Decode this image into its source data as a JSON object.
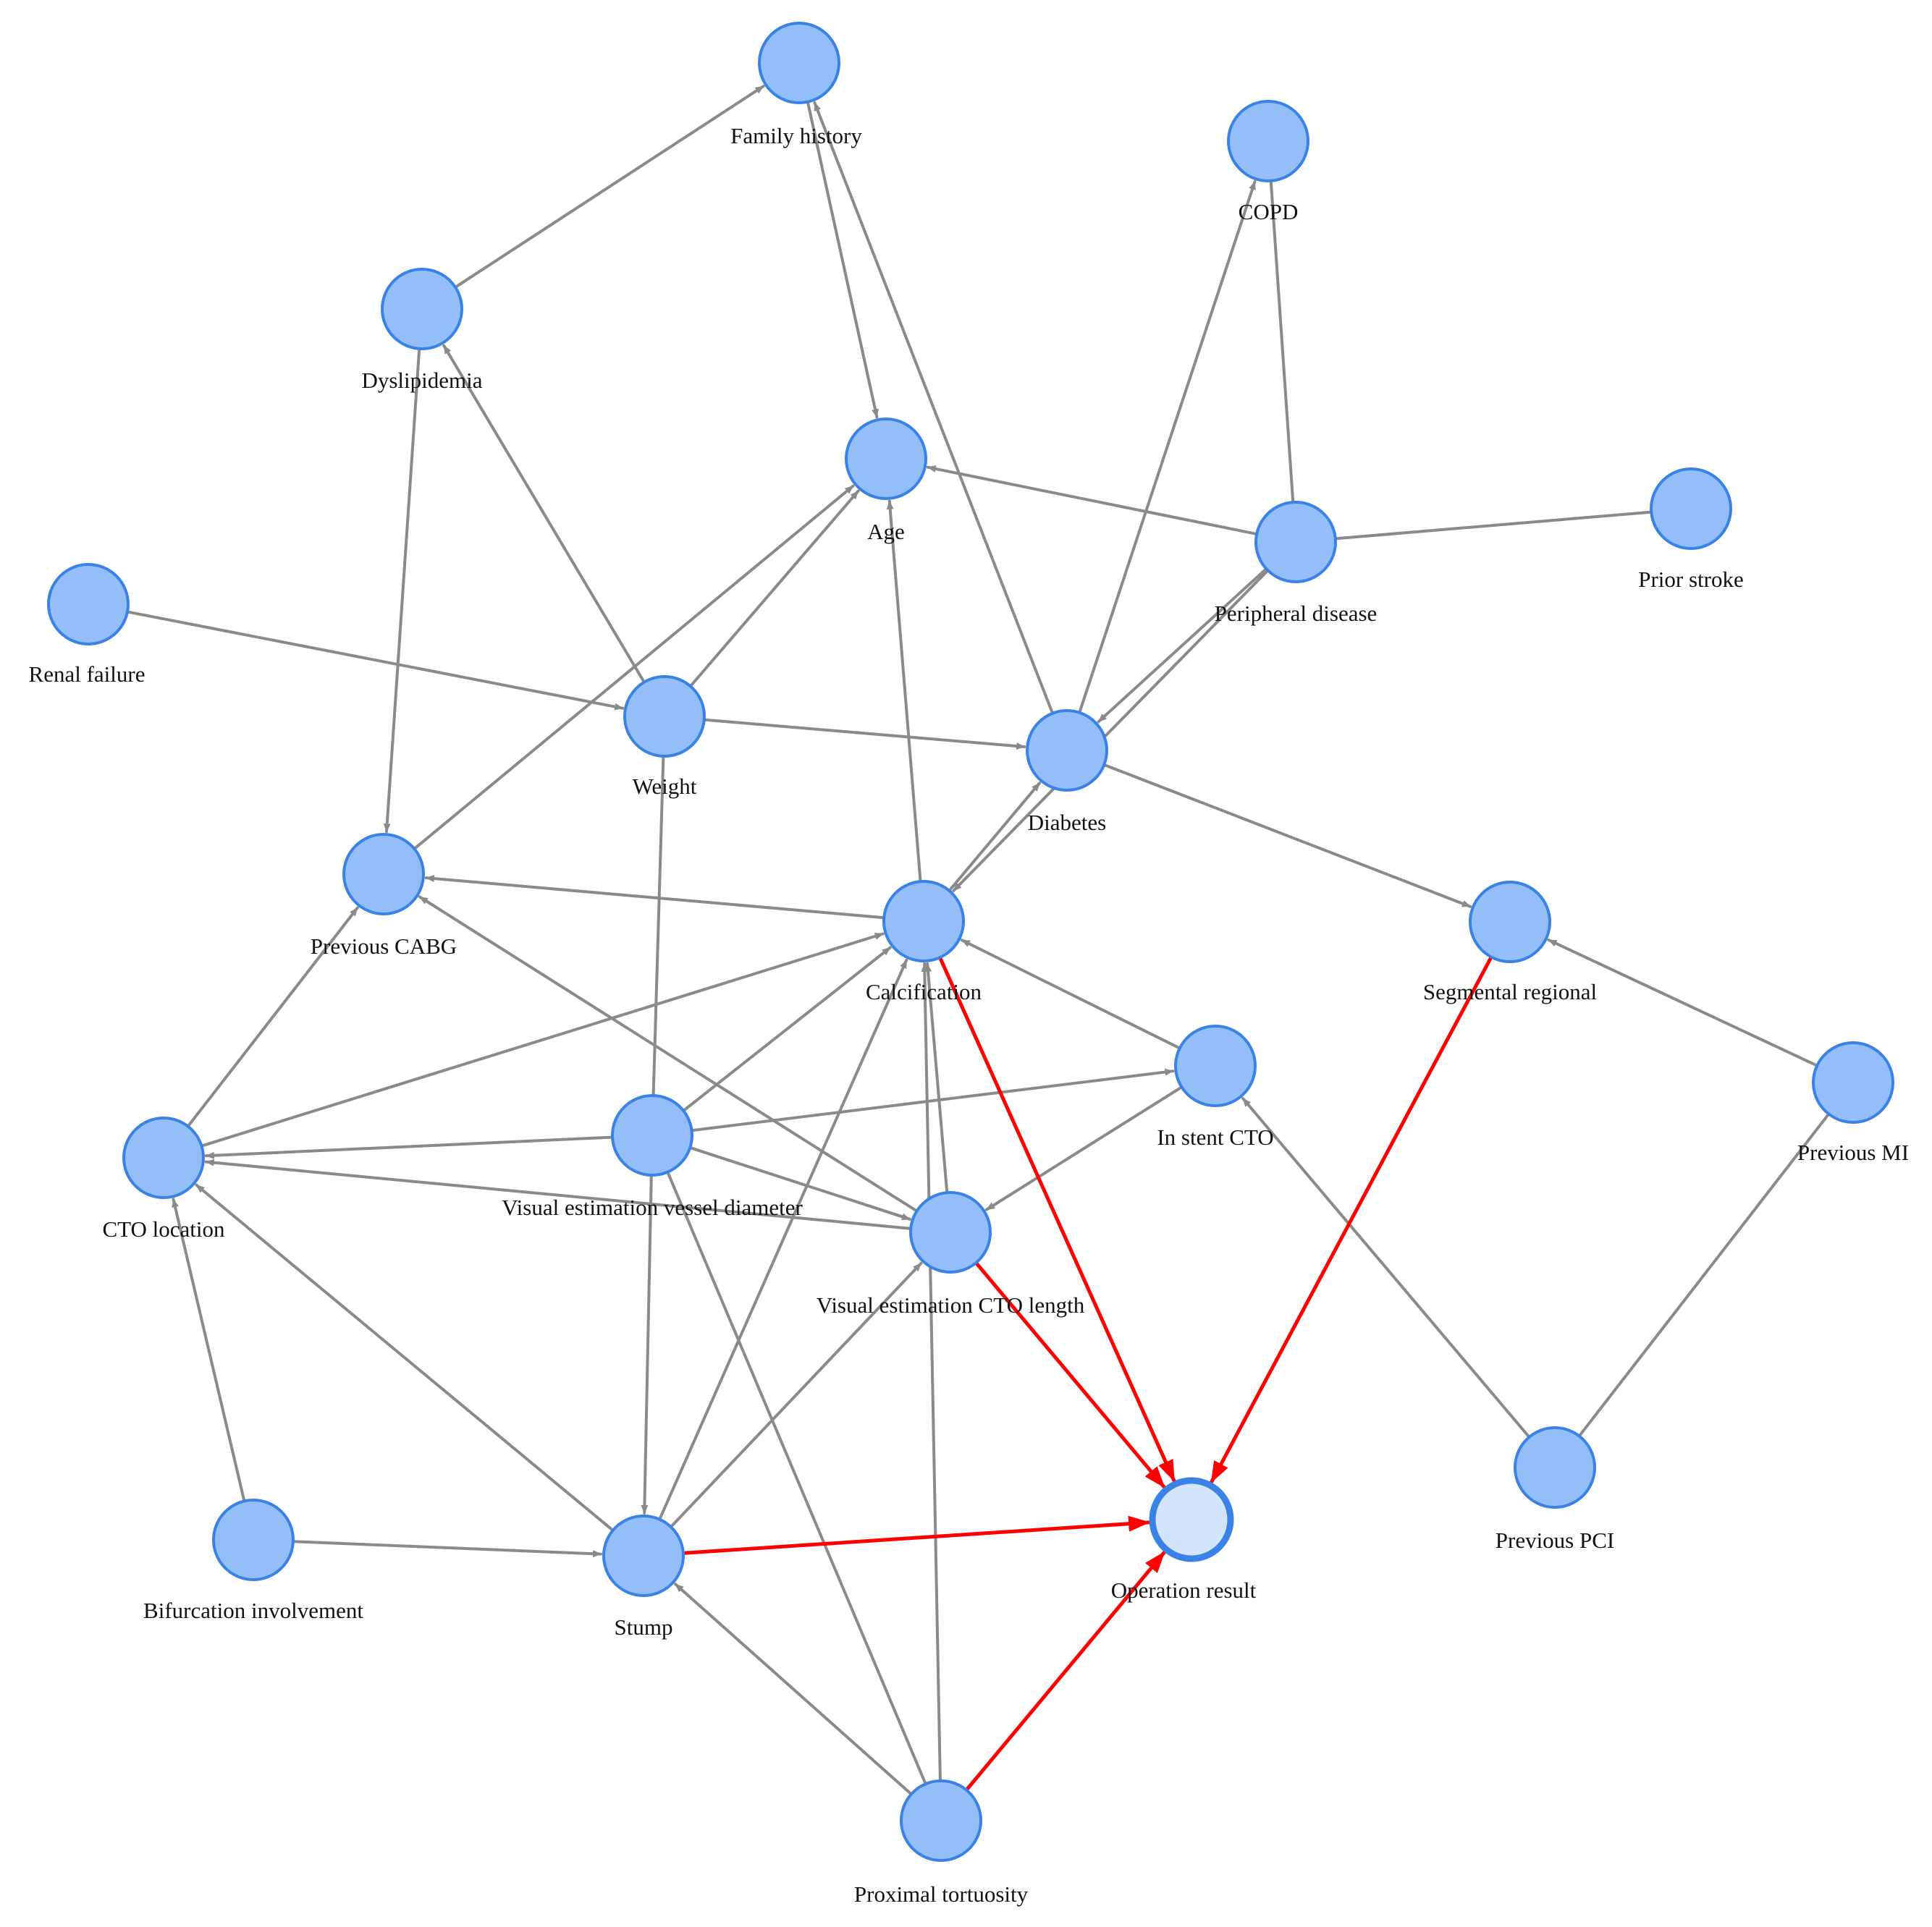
{
  "colors": {
    "node_fill": "#94BEFA",
    "node_stroke": "#3B82E6",
    "target_fill": "#D3E5FC",
    "edge": "#8A8A8A",
    "edge_highlight": "#FF0000"
  },
  "nodes": [
    {
      "id": "family_history",
      "label": "Family history"
    },
    {
      "id": "copd",
      "label": "COPD"
    },
    {
      "id": "dyslipidemia",
      "label": "Dyslipidemia"
    },
    {
      "id": "age",
      "label": "Age"
    },
    {
      "id": "peripheral_disease",
      "label": "Peripheral disease"
    },
    {
      "id": "prior_stroke",
      "label": "Prior stroke"
    },
    {
      "id": "renal_failure",
      "label": "Renal failure"
    },
    {
      "id": "weight",
      "label": "Weight"
    },
    {
      "id": "diabetes",
      "label": "Diabetes"
    },
    {
      "id": "previous_cabg",
      "label": "Previous CABG"
    },
    {
      "id": "calcification",
      "label": "Calcification"
    },
    {
      "id": "segmental_regional",
      "label": "Segmental regional"
    },
    {
      "id": "in_stent_cto",
      "label": "In stent CTO"
    },
    {
      "id": "previous_mi",
      "label": "Previous MI"
    },
    {
      "id": "cto_location",
      "label": "CTO location"
    },
    {
      "id": "vessel_diameter",
      "label": "Visual estimation vessel diameter"
    },
    {
      "id": "cto_length",
      "label": "Visual estimation CTO length"
    },
    {
      "id": "previous_pci",
      "label": "Previous PCI"
    },
    {
      "id": "bifurcation",
      "label": "Bifurcation involvement"
    },
    {
      "id": "stump",
      "label": "Stump"
    },
    {
      "id": "operation_result",
      "label": "Operation result",
      "target": true
    },
    {
      "id": "proximal_tortuosity",
      "label": "Proximal tortuosity"
    }
  ],
  "edges": [
    {
      "from": "dyslipidemia",
      "to": "family_history",
      "directed": true
    },
    {
      "from": "family_history",
      "to": "age",
      "directed": true
    },
    {
      "from": "diabetes",
      "to": "family_history",
      "directed": true
    },
    {
      "from": "peripheral_disease",
      "to": "copd",
      "directed": false
    },
    {
      "from": "diabetes",
      "to": "copd",
      "directed": true
    },
    {
      "from": "dyslipidemia",
      "to": "previous_cabg",
      "directed": true
    },
    {
      "from": "weight",
      "to": "dyslipidemia",
      "directed": true
    },
    {
      "from": "peripheral_disease",
      "to": "age",
      "directed": true
    },
    {
      "from": "weight",
      "to": "age",
      "directed": true
    },
    {
      "from": "previous_cabg",
      "to": "age",
      "directed": true
    },
    {
      "from": "calcification",
      "to": "age",
      "directed": true
    },
    {
      "from": "peripheral_disease",
      "to": "prior_stroke",
      "directed": false
    },
    {
      "from": "peripheral_disease",
      "to": "diabetes",
      "directed": true
    },
    {
      "from": "peripheral_disease",
      "to": "calcification",
      "directed": true
    },
    {
      "from": "renal_failure",
      "to": "weight",
      "directed": true
    },
    {
      "from": "weight",
      "to": "diabetes",
      "directed": true
    },
    {
      "from": "calcification",
      "to": "diabetes",
      "directed": true
    },
    {
      "from": "diabetes",
      "to": "segmental_regional",
      "directed": true
    },
    {
      "from": "vessel_diameter",
      "to": "weight",
      "directed": false
    },
    {
      "from": "calcification",
      "to": "previous_cabg",
      "directed": true
    },
    {
      "from": "cto_location",
      "to": "previous_cabg",
      "directed": true
    },
    {
      "from": "cto_length",
      "to": "previous_cabg",
      "directed": true
    },
    {
      "from": "cto_location",
      "to": "calcification",
      "directed": true
    },
    {
      "from": "vessel_diameter",
      "to": "calcification",
      "directed": true
    },
    {
      "from": "in_stent_cto",
      "to": "calcification",
      "directed": true
    },
    {
      "from": "stump",
      "to": "calcification",
      "directed": true
    },
    {
      "from": "cto_length",
      "to": "calcification",
      "directed": true
    },
    {
      "from": "proximal_tortuosity",
      "to": "calcification",
      "directed": true
    },
    {
      "from": "previous_mi",
      "to": "segmental_regional",
      "directed": true
    },
    {
      "from": "previous_mi",
      "to": "previous_pci",
      "directed": false
    },
    {
      "from": "vessel_diameter",
      "to": "in_stent_cto",
      "directed": true
    },
    {
      "from": "in_stent_cto",
      "to": "cto_length",
      "directed": true
    },
    {
      "from": "previous_pci",
      "to": "in_stent_cto",
      "directed": true
    },
    {
      "from": "vessel_diameter",
      "to": "cto_location",
      "directed": true
    },
    {
      "from": "cto_length",
      "to": "cto_location",
      "directed": true
    },
    {
      "from": "stump",
      "to": "cto_location",
      "directed": true
    },
    {
      "from": "bifurcation",
      "to": "cto_location",
      "directed": true
    },
    {
      "from": "vessel_diameter",
      "to": "cto_length",
      "directed": true
    },
    {
      "from": "vessel_diameter",
      "to": "stump",
      "directed": true
    },
    {
      "from": "vessel_diameter",
      "to": "proximal_tortuosity",
      "directed": false
    },
    {
      "from": "stump",
      "to": "cto_length",
      "directed": true
    },
    {
      "from": "bifurcation",
      "to": "stump",
      "directed": true
    },
    {
      "from": "proximal_tortuosity",
      "to": "stump",
      "directed": true
    },
    {
      "from": "calcification",
      "to": "operation_result",
      "directed": true,
      "highlight": true
    },
    {
      "from": "segmental_regional",
      "to": "operation_result",
      "directed": true,
      "highlight": true
    },
    {
      "from": "cto_length",
      "to": "operation_result",
      "directed": true,
      "highlight": true
    },
    {
      "from": "stump",
      "to": "operation_result",
      "directed": true,
      "highlight": true
    },
    {
      "from": "proximal_tortuosity",
      "to": "operation_result",
      "directed": true,
      "highlight": true
    }
  ]
}
